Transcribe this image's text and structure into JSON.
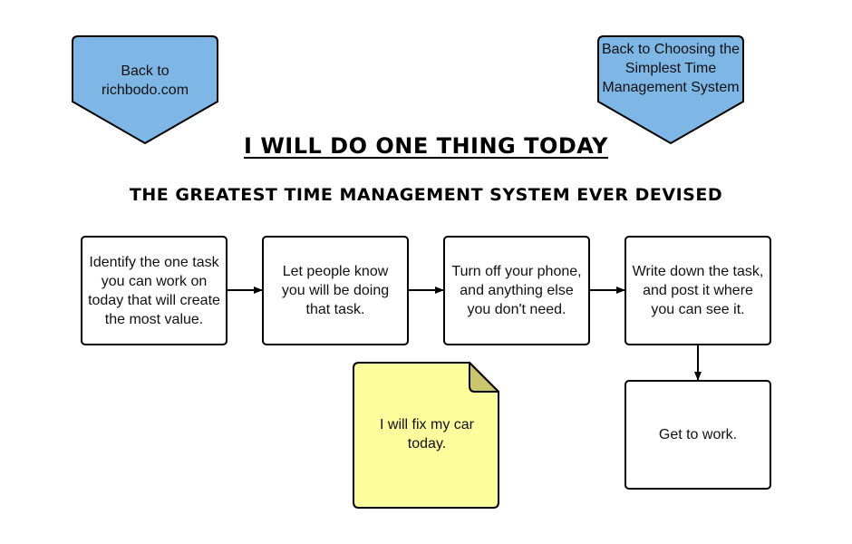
{
  "nav": {
    "back_home": "Back to richbodo.com",
    "back_choosing": "Back to Choosing the Simplest Time Management System"
  },
  "titles": {
    "main": "I WILL DO ONE THING TODAY",
    "subtitle": "THE GREATEST TIME MANAGEMENT SYSTEM EVER DEVISED"
  },
  "steps": [
    "Identify the one task you can work on today that will create the most value.",
    "Let people know you will be doing that task.",
    "Turn off your phone, and anything else you don't need.",
    "Write down the task, and post it where you can see it.",
    "Get to work."
  ],
  "note": "I will fix my car today.",
  "colors": {
    "nav_fill": "#7eb6e6",
    "note_fill": "#fdfd9e",
    "note_fold": "#c9c66e"
  }
}
